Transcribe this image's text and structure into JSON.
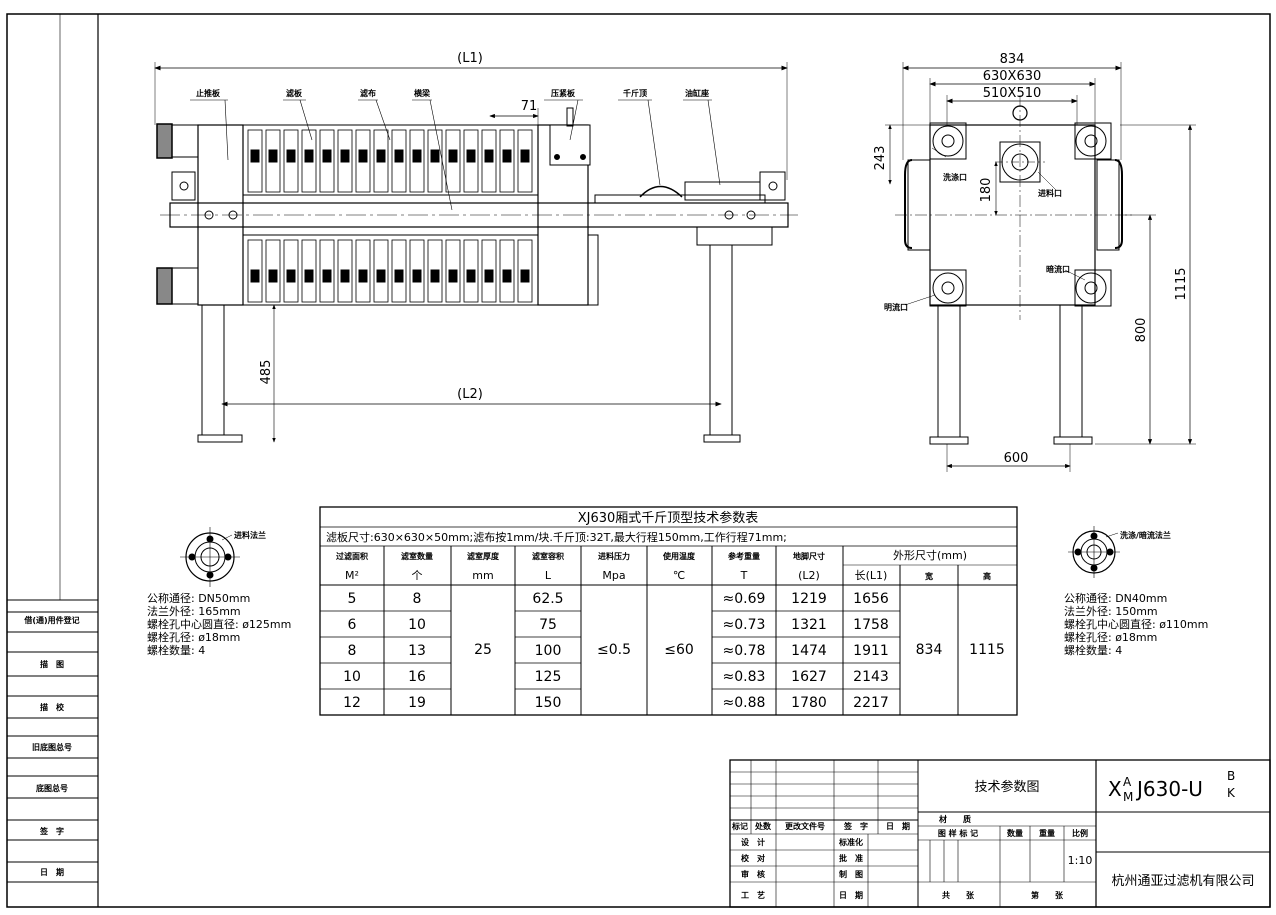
{
  "drawing": {
    "views": {
      "front": {
        "dims": {
          "l1": "(L1)",
          "l2": "(L2)",
          "gap": "71",
          "leg": "485"
        },
        "labels": {
          "stop_plate": "止推板",
          "filter_plate": "滤板",
          "filter_cloth": "滤布",
          "beam": "横梁",
          "press_plate": "压紧板",
          "jack": "千斤顶",
          "cyl_seat": "油缸座"
        }
      },
      "side": {
        "dims": {
          "w834": "834",
          "w630": "630X630",
          "w510": "510X510",
          "h243": "243",
          "h180": "180",
          "h1115": "1115",
          "h800": "800",
          "w600": "600"
        },
        "labels": {
          "wash": "洗涤口",
          "feed": "进料口",
          "hidden": "暗流口",
          "open": "明流口"
        }
      }
    },
    "flange_left": {
      "title": "进料法兰",
      "lines": [
        "公称通径: DN50mm",
        "法兰外径: 165mm",
        "螺栓孔中心圆直径: ø125mm",
        "螺栓孔径: ø18mm",
        "螺栓数量: 4"
      ]
    },
    "flange_right": {
      "title": "洗涤/暗流法兰",
      "lines": [
        "公称通径: DN40mm",
        "法兰外径: 150mm",
        "螺栓孔中心圆直径: ø110mm",
        "螺栓孔径: ø18mm",
        "螺栓数量: 4"
      ]
    },
    "params_table": {
      "title": "XJ630厢式千斤顶型技术参数表",
      "subtitle": "滤板尺寸:630×630×50mm;滤布按1mm/块.千斤顶:32T,最大行程150mm,工作行程71mm;",
      "headers": [
        "过滤面积",
        "滤室数量",
        "滤室厚度",
        "滤室容积",
        "进料压力",
        "使用温度",
        "参考重量",
        "地脚尺寸",
        "外形尺寸(mm)"
      ],
      "units": [
        "M²",
        "个",
        "mm",
        "L",
        "Mpa",
        "℃",
        "T",
        "(L2)",
        "长(L1)",
        "宽",
        "高"
      ],
      "rows": [
        [
          "5",
          "8",
          "62.5",
          "≈0.69",
          "1219",
          "1656"
        ],
        [
          "6",
          "10",
          "75",
          "≈0.73",
          "1321",
          "1758"
        ],
        [
          "8",
          "13",
          "100",
          "≈0.78",
          "1474",
          "1911"
        ],
        [
          "10",
          "16",
          "125",
          "≈0.83",
          "1627",
          "2143"
        ],
        [
          "12",
          "19",
          "150",
          "≈0.88",
          "1780",
          "2217"
        ]
      ],
      "merged": {
        "thickness": "25",
        "pressure": "≤0.5",
        "temp": "≤60",
        "width": "834",
        "height": "1115"
      }
    },
    "side_labels": [
      "借(通)用件登记",
      "描　图",
      "描　校",
      "旧底图总号",
      "底图总号",
      "签　字",
      "日　期"
    ],
    "title_block": {
      "name": "技术参数图",
      "code_prefix": "X",
      "code_top": "A",
      "code_bottom": "M",
      "code_mid": "J630-U",
      "code_top2": "B",
      "code_bottom2": "K",
      "company": "杭州通亚过滤机有限公司",
      "scale": "1:10",
      "rev_labels": [
        "标记",
        "处数",
        "更改文件号",
        "签　字",
        "日　期"
      ],
      "role_labels": [
        "设　计",
        "校　对",
        "审　核",
        "工　艺"
      ],
      "std_labels": [
        "标准化",
        "批　准",
        "制　图",
        "日　期"
      ],
      "meta_labels": [
        "材　　质",
        "图 样 标 记",
        "数量",
        "重量",
        "比例",
        "共　　张",
        "第　　张"
      ]
    }
  }
}
